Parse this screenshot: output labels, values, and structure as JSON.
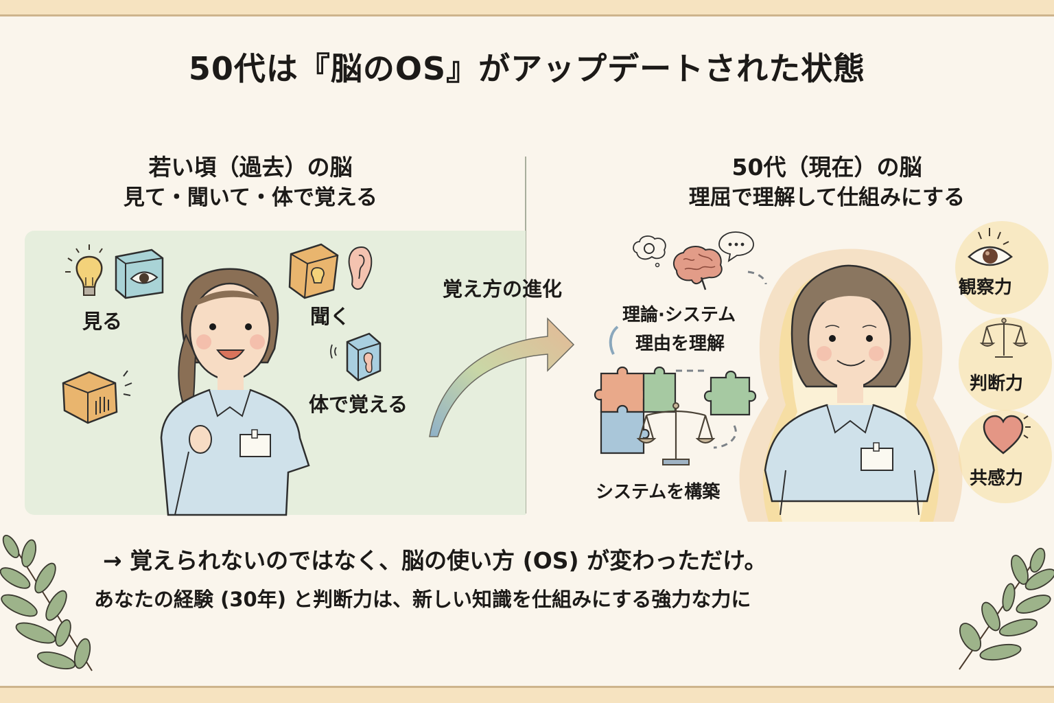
{
  "title": "50代は『脳のOS』がアップデートされた状態",
  "left": {
    "heading": "若い頃（過去）の脳",
    "subheading": "見て・聞いて・体で覚える",
    "labels": {
      "see": "見る",
      "hear": "聞く",
      "body": "体で覚える"
    },
    "icons": [
      "lightbulb-icon",
      "eye-block-icon",
      "lightbulb-block-icon",
      "ear-icon",
      "hand-block-icon",
      "foot-block-icon"
    ]
  },
  "arrow": {
    "label": "覚え方の進化"
  },
  "right": {
    "heading": "50代（現在）の脳",
    "subheading": "理屈で理解して仕組みにする",
    "brain_caption_line1": "理論·システム",
    "brain_caption_line2": "理由を理解",
    "system_caption": "システムを構築",
    "abilities": [
      {
        "label": "観察力",
        "icon": "eye-icon"
      },
      {
        "label": "判断力",
        "icon": "scale-icon"
      },
      {
        "label": "共感力",
        "icon": "heart-icon"
      }
    ]
  },
  "message": {
    "line1": "→ 覚えられないのではなく、脳の使い方 (OS) が変わっただけ。",
    "line2": "あなたの経験 (30年) と判断力は、新しい知識を仕組みにする強力な力に"
  },
  "colors": {
    "background": "#faf5ec",
    "frame": "#f6e3c0",
    "left_panel": "#e6eedd",
    "glow": "#f2d59a",
    "leaf": "#9db38a",
    "uniform": "#cfe1ea",
    "hair": "#8a6f55"
  }
}
